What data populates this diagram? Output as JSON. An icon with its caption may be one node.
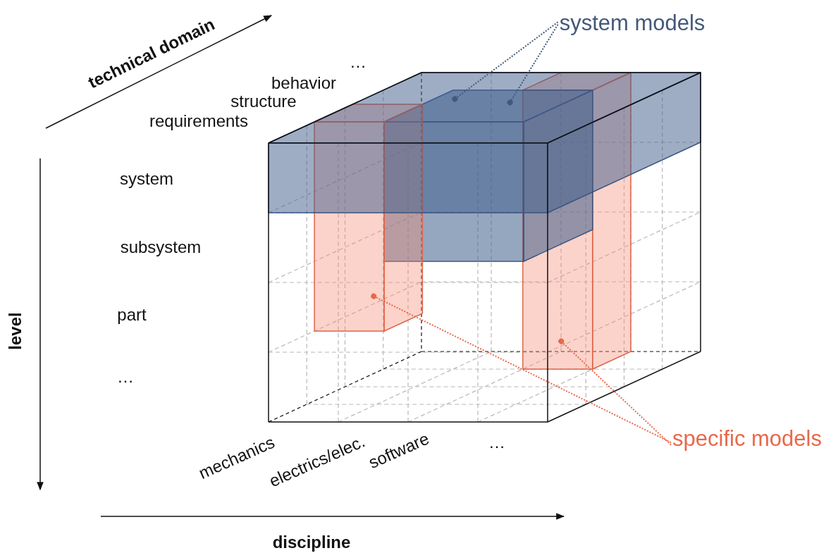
{
  "diagram": {
    "nodes": [
      {
        "text": [
          "system models"
        ]
      },
      {
        "text": [
          "specific models"
        ]
      },
      {
        "text": [],
        "shape": "box"
      },
      {
        "text": [],
        "shape": "box"
      },
      {
        "text": [],
        "shape": "box"
      },
      {
        "text": [],
        "shape": "box"
      }
    ],
    "edges": [
      {
        "from": 0,
        "to": 2,
        "arrow": "other",
        "color": "#44597a"
      },
      {
        "from": 0,
        "to": 3,
        "arrow": "other",
        "color": "#44597a"
      },
      {
        "from": 1,
        "to": 4,
        "arrow": "other",
        "color": "#e8684a"
      },
      {
        "from": 1,
        "to": 5,
        "arrow": "other",
        "color": "#e8684a"
      }
    ],
    "labels": [
      "technical domain",
      "…",
      "behavior",
      "structure",
      "requirements",
      "system",
      "subsystem",
      "part",
      "…",
      "level",
      "mechanics",
      "electrics/elec.",
      "software",
      "…",
      "discipline"
    ]
  }
}
